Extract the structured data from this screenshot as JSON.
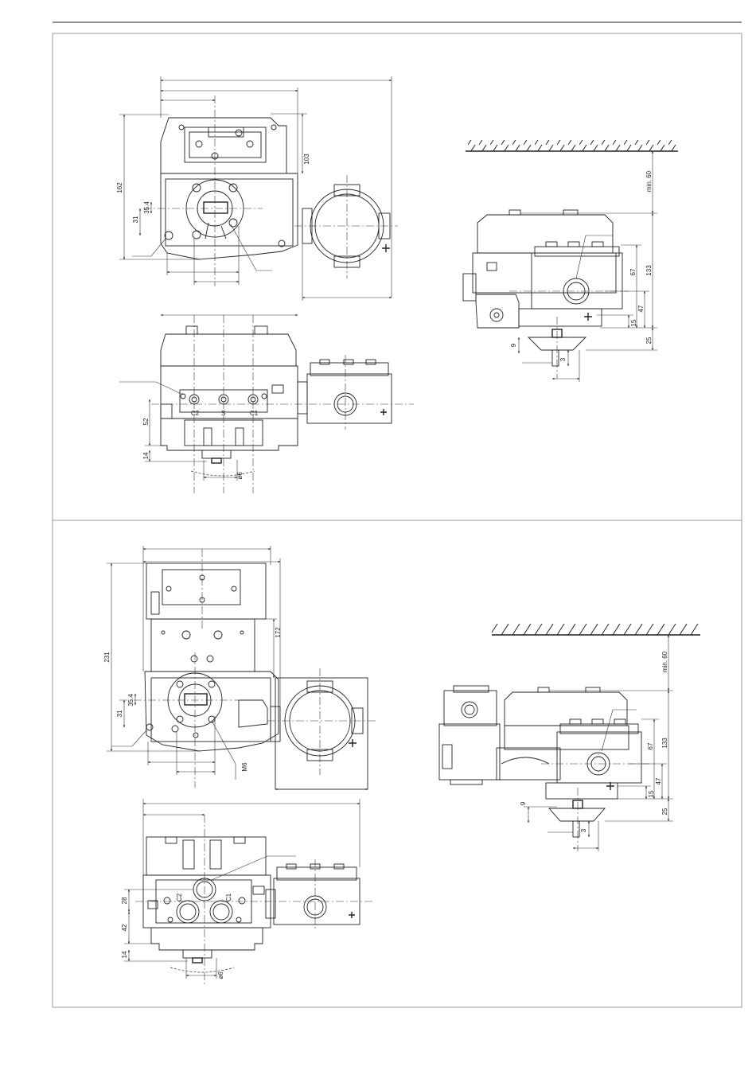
{
  "panels": {
    "top": {
      "front_view": {
        "dims": {
          "d162": "162",
          "d103": "103",
          "d35_4": "35.4",
          "d31": "31"
        }
      },
      "bottom_view": {
        "port_labels": {
          "c2": "C2",
          "s": "S",
          "c1": "C1"
        },
        "dims": {
          "d52": "52",
          "d14": "14",
          "d6": "ø6"
        }
      },
      "side_view": {
        "dims": {
          "min60": "min. 60",
          "d133": "133",
          "d67": "67",
          "d47": "47",
          "d15": "15",
          "d25": "25",
          "d9": "9",
          "d3": "3"
        }
      }
    },
    "bottom": {
      "front_view": {
        "dims": {
          "d231": "231",
          "d172": "172",
          "d35_4": "35.4",
          "d31": "31",
          "m6": "M6"
        }
      },
      "bottom_view": {
        "port_labels": {
          "c2": "C2",
          "c1": "C1"
        },
        "dims": {
          "d28": "28",
          "d42": "42",
          "d14": "14",
          "d6": "ø6"
        }
      },
      "side_view": {
        "dims": {
          "min60": "min. 60",
          "d133": "133",
          "d67": "67",
          "d47": "47",
          "d15": "15",
          "d25": "25",
          "d9": "9",
          "d3": "3"
        }
      }
    }
  }
}
